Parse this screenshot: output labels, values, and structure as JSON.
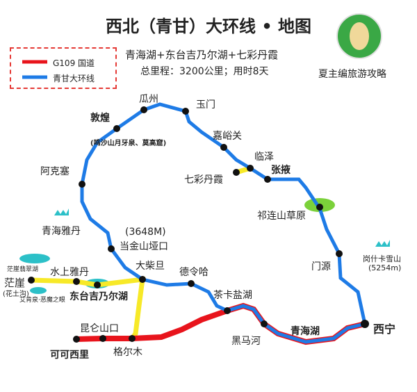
{
  "title": "西北（青甘）大环线 • 地图",
  "subtitle": "青海湖+东台吉乃尔湖+七彩丹霞",
  "summary": "总里程：3200公里；用时8天",
  "brand": "夏主编旅游攻略",
  "logo_text": "夏主编旅游攻略",
  "legend": [
    {
      "label": "G109 国道",
      "color": "#e8141c"
    },
    {
      "label": "青甘大环线",
      "color": "#1e7be6"
    }
  ],
  "colors": {
    "red_route": "#e8141c",
    "blue_route": "#1e7be6",
    "yellow_route": "#f7e928",
    "lake": "#2cc0c8",
    "grass": "#7bd13a"
  },
  "places": {
    "xining": "西宁",
    "qinghaihu": "青海湖",
    "heimahe": "黑马河",
    "chaka": "茶卡盐湖",
    "delingha": "德令哈",
    "dachaidan": "大柴旦",
    "golmud": "格尔木",
    "kunlun": "昆仑山口",
    "kekexili": "可可西里",
    "dangjin": "当金山垭口",
    "dangjin_alt": "(3648M)",
    "yardang": "青海雅丹",
    "akesai": "阿克塞",
    "dunhuang": "敦煌",
    "dunhuang_note": "(鸣沙山月牙泉、莫高窟)",
    "guazhou": "瓜州",
    "yumen": "玉门",
    "jiayuguan": "嘉峪关",
    "linze": "临泽",
    "zhangye": "张掖",
    "danxia": "七彩丹霞",
    "qilian": "祁连山草原",
    "menyuan": "门源",
    "gangshika": "岗什卡雪山",
    "gangshika_alt": "(5254m)",
    "mangya": "茫崖",
    "mangya_note": "(花土沟)",
    "feicui": "茫崖翡翠湖",
    "aixiquan": "艾肯泉·恶魔之眼",
    "shuishang": "水上雅丹",
    "dongtai": "东台吉乃尔湖"
  }
}
